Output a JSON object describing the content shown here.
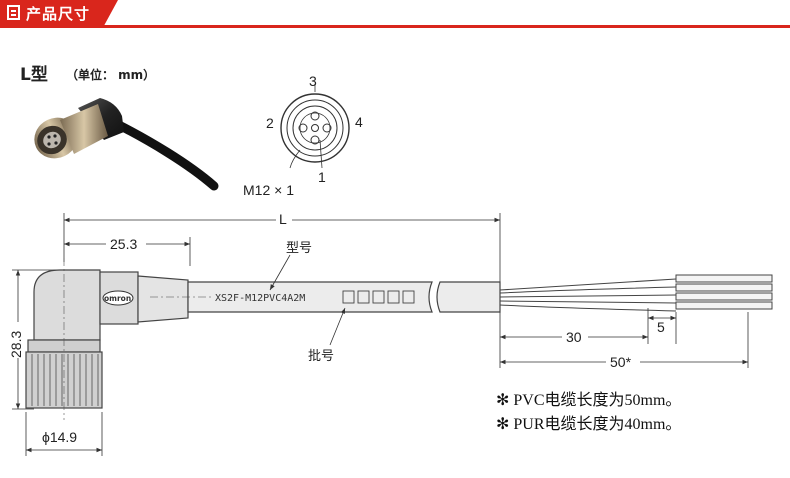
{
  "header": {
    "title": "产品尺寸",
    "accent_color": "#d9261c"
  },
  "type_title": "L型",
  "unit_note": "（单位： mm）",
  "pin_view": {
    "pins": [
      "3",
      "2",
      "4",
      "1"
    ],
    "thread": "M12 × 1"
  },
  "dimensions": {
    "length": "L",
    "depth": "25.3",
    "height": "28.3",
    "diameter": "ϕ14.9",
    "strip": "30",
    "wire_end": "5",
    "lead": "50*"
  },
  "labels": {
    "model_label": "型号",
    "lot_label": "批号",
    "brand": "omron"
  },
  "model_text": "XS2F-M12PVC4A2M",
  "notes": [
    "✻ PVC电缆长度为50mm。",
    "✻ PUR电缆长度为40mm。"
  ]
}
